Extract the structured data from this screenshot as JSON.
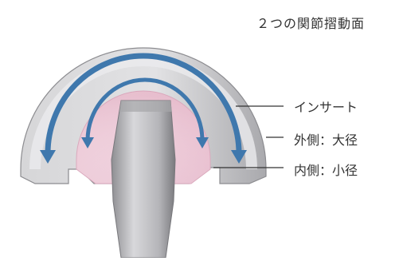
{
  "title": "２つの関節摺動面",
  "labels": {
    "insert": "インサート",
    "outer": "外側：大径",
    "inner": "内側：小径"
  },
  "colors": {
    "shell_outer": "#cfcfd1",
    "shell_outer_edge": "#8c8c90",
    "shell_inner": "#e6e6e8",
    "insert": "#f1d6e1",
    "insert_edge": "#d9a7bb",
    "stem": "#bdbdc1",
    "stem_dark": "#77777b",
    "arrow": "#3f78ad",
    "leader": "#333333"
  },
  "icons": {
    "outer_arrow": "double-headed-arc-arrow",
    "inner_arrow": "double-headed-arc-arrow"
  }
}
